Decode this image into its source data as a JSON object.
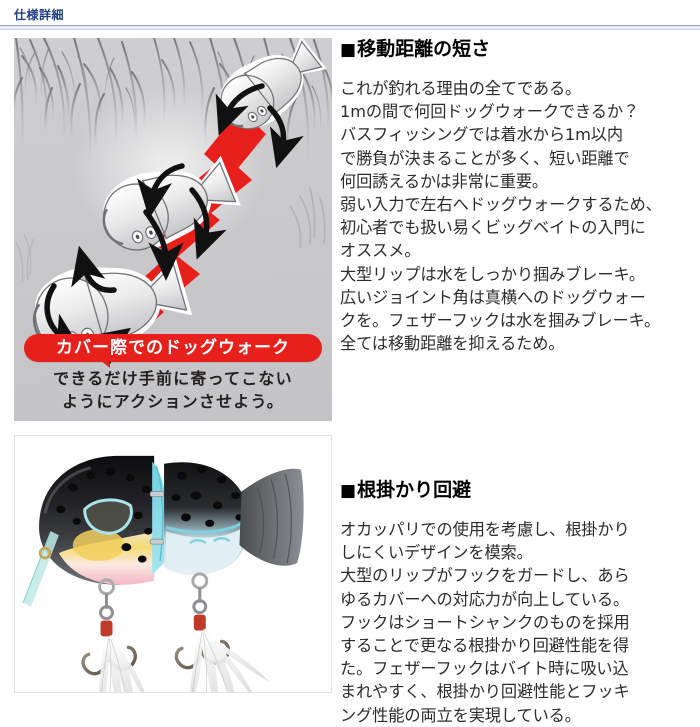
{
  "header": {
    "title": "仕様詳細"
  },
  "sections": [
    {
      "heading_marker": "■",
      "heading": "移動距離の短さ",
      "text": "これが釣れる理由の全てである。\n1mの間で何回ドッグウォークできるか？\nバスフィッシングでは着水から1m以内\nで勝負が決まることが多く、短い距離で\n何回誘えるかは非常に重要。\n弱い入力で左右へドッグウォークするため、\n初心者でも扱い易くビッグベイトの入門に\nオススメ。\n大型リップは水をしっかり掴みブレーキ。\n広いジョイント角は真横へのドッグウォー\nクを。フェザーフックは水を掴みブレーキ。\n全ては移動距離を抑えるため。",
      "figure": {
        "name": "dog-walk-diagram",
        "caption_pill": "カバー際でのドッグウォーク",
        "caption_sub": "できるだけ手前に寄ってこない\nようにアクションさせよう。",
        "pill_color": "#e8201c",
        "path_color": "#e8201c",
        "background_color": "#c9c9cc",
        "lure_count": 3
      }
    },
    {
      "heading_marker": "■",
      "heading": "根掛かり回避",
      "text": "オカッパリでの使用を考慮し、根掛かり\nしにくいデザインを模索。\n大型のリップがフックをガードし、あら\nゆるカバーへの対応力が向上している。\nフックはショートシャンクのものを採用\nすることで更なる根掛かり回避性能を得\nた。フェザーフックはバイト時に吸い込\nまれやすく、根掛かり回避性能とフッキ\nング性能の両立を実現している。",
      "figure": {
        "name": "lure-product-photo",
        "background_color": "#ffffff",
        "body_colors": [
          "#1b1b1b",
          "#7fd4e0",
          "#f2d56a",
          "#f2a8b8",
          "#dfe9ee"
        ],
        "hook_count": 2,
        "feather_color": "#ffffff"
      }
    }
  ]
}
